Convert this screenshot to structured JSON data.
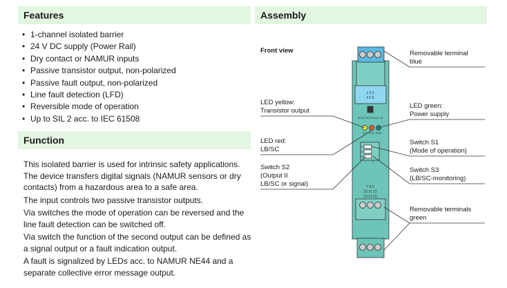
{
  "features": {
    "title": "Features",
    "items": [
      "1-channel isolated barrier",
      "24 V DC supply (Power Rail)",
      "Dry contact or NAMUR inputs",
      "Passive transistor output, non-polarized",
      "Passive fault output, non-polarized",
      "Line fault detection (LFD)",
      "Reversible mode of operation",
      "Up to SIL 2 acc. to IEC 61508"
    ]
  },
  "function": {
    "title": "Function",
    "paragraphs": [
      "This isolated barrier is used for intrinsic safety applications. The device transfers digital signals (NAMUR sensors or dry contacts) from a hazardous area to a safe area.",
      "The input controls two passive transistor outputs.",
      "Via switches the mode of operation can be reversed and the line fault detection can be switched off.",
      "Via switch the function of the second output can be defined as a signal output or a fault indication output.",
      "A fault is signalized by LEDs acc. to NAMUR NE44 and a separate collective error message output."
    ]
  },
  "assembly": {
    "title": "Assembly",
    "front_view": "Front view",
    "labels": {
      "terminal_blue": [
        "Removable terminal",
        "blue"
      ],
      "led_yellow": [
        "LED yellow:",
        "Transistor output"
      ],
      "led_green": [
        "LED green:",
        "Power supply"
      ],
      "led_red": [
        "LED red:",
        "LB/SC"
      ],
      "switch_s1": [
        "Switch S1",
        "(Mode of operation)"
      ],
      "switch_s2": [
        "Switch S2",
        "(Output II",
        "LB/SC or signal)"
      ],
      "switch_s3": [
        "Switch S3",
        "(LB/SC-monitoring)"
      ],
      "terminals_green": [
        "Removable terminals",
        "green"
      ]
    },
    "device": {
      "model": "KFD2-SOT3-Ex1.LB",
      "top_terminals": [
        "1 2 3",
        "4 5 6"
      ],
      "bottom_terminals": [
        "7 8 9",
        "10 11 12",
        "13 14 15"
      ],
      "led_labels": [
        "OUT",
        "CHK",
        "PWR"
      ],
      "switch_labels": [
        "S1",
        "S2",
        "S3"
      ],
      "switch_positions": [
        "I",
        "II"
      ],
      "led_colors": {
        "yellow": "#f2e33a",
        "red": "#e8542a",
        "green": "#1f8a78"
      },
      "housing_color": "#6cc5b8",
      "terminal_blue": "#5bb8e0"
    }
  }
}
